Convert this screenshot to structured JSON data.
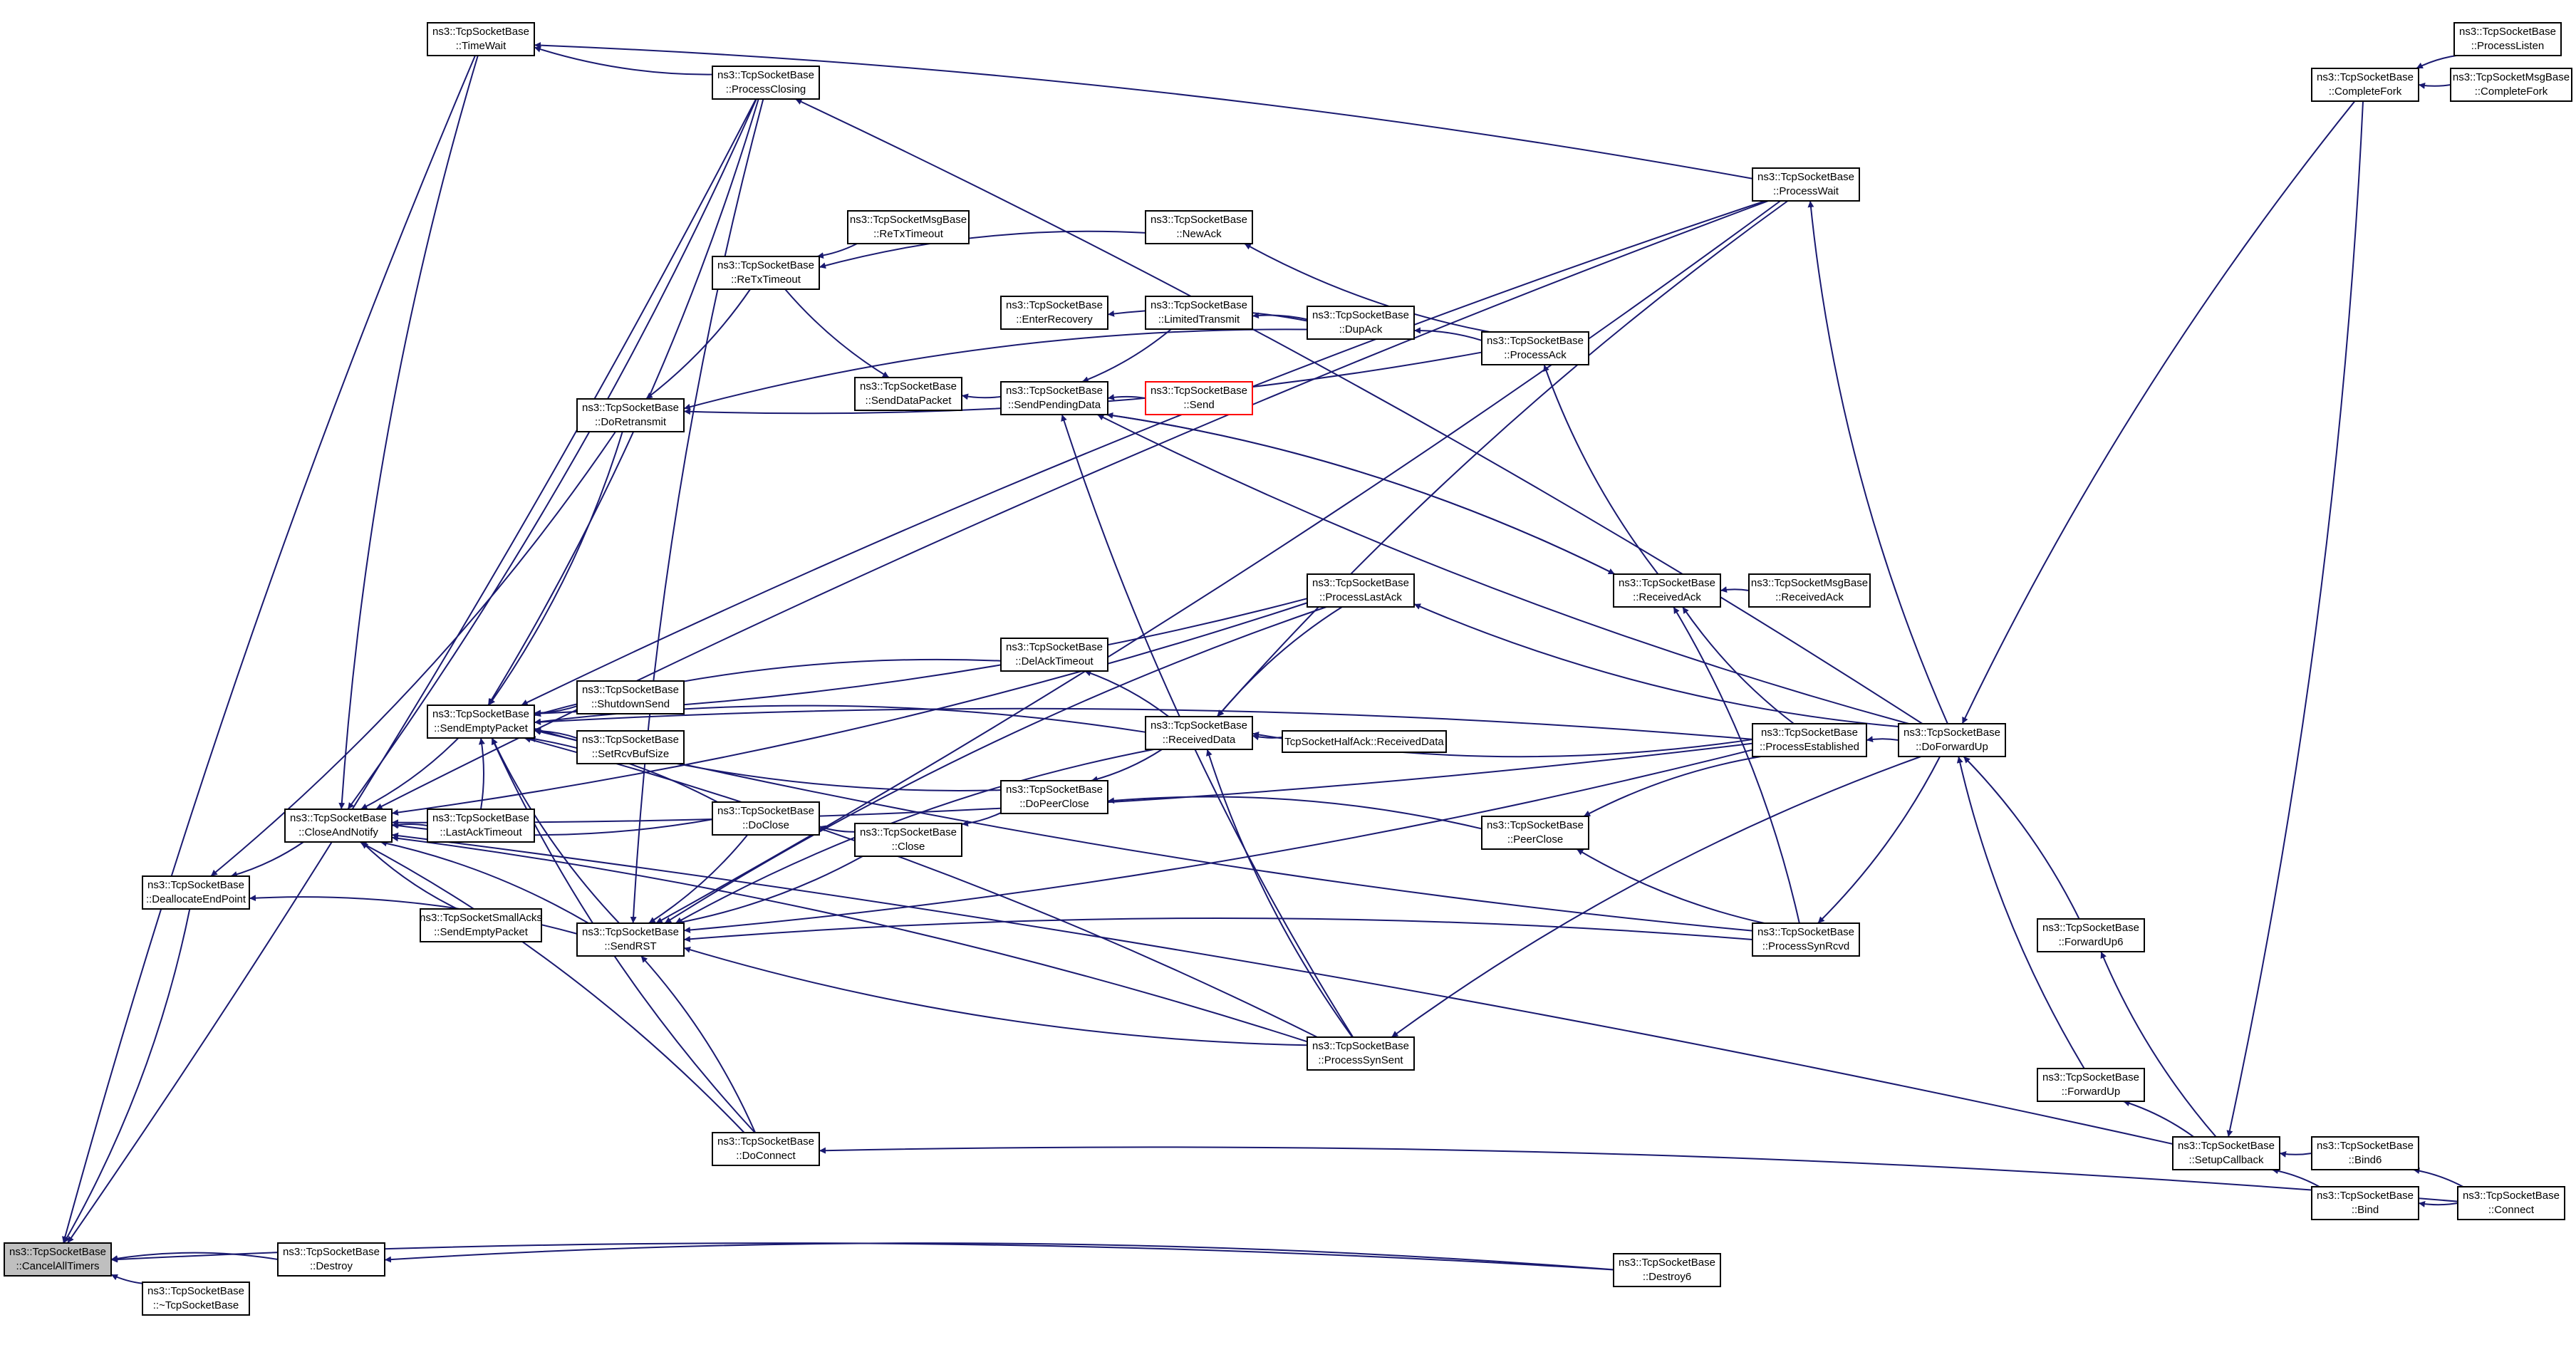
{
  "colors": {
    "edge": "#191970",
    "node_border": "#000000",
    "highlight_fill": "#bfbfbf",
    "missing_border": "#ff0000"
  },
  "nodes": [
    {
      "id": "CancelAllTimers",
      "l1": "ns3::TcpSocketBase",
      "l2": "::CancelAllTimers",
      "highlight": true
    },
    {
      "id": "Destructor",
      "l1": "ns3::TcpSocketBase",
      "l2": "::~TcpSocketBase"
    },
    {
      "id": "Destroy",
      "l1": "ns3::TcpSocketBase",
      "l2": "::Destroy"
    },
    {
      "id": "DeallocateEndPoint",
      "l1": "ns3::TcpSocketBase",
      "l2": "::DeallocateEndPoint"
    },
    {
      "id": "CloseAndNotify",
      "l1": "ns3::TcpSocketBase",
      "l2": "::CloseAndNotify"
    },
    {
      "id": "TimeWait",
      "l1": "ns3::TcpSocketBase",
      "l2": "::TimeWait"
    },
    {
      "id": "SendEmptyPacket",
      "l1": "ns3::TcpSocketBase",
      "l2": "::SendEmptyPacket"
    },
    {
      "id": "DoRetransmit",
      "l1": "ns3::TcpSocketBase",
      "l2": "::DoRetransmit"
    },
    {
      "id": "LastAckTimeout",
      "l1": "ns3::TcpSocketBase",
      "l2": "::LastAckTimeout"
    },
    {
      "id": "SmallAcksSendEmpty",
      "l1": "ns3::TcpSocketSmallAcks",
      "l2": "::SendEmptyPacket"
    },
    {
      "id": "SendRST",
      "l1": "ns3::TcpSocketBase",
      "l2": "::SendRST"
    },
    {
      "id": "ShutdownSend",
      "l1": "ns3::TcpSocketBase",
      "l2": "::ShutdownSend"
    },
    {
      "id": "SetRcvBufSize",
      "l1": "ns3::TcpSocketBase",
      "l2": "::SetRcvBufSize"
    },
    {
      "id": "ProcessClosing",
      "l1": "ns3::TcpSocketBase",
      "l2": "::ProcessClosing"
    },
    {
      "id": "ReTxTimeout",
      "l1": "ns3::TcpSocketBase",
      "l2": "::ReTxTimeout"
    },
    {
      "id": "MsgReTxTimeout",
      "l1": "ns3::TcpSocketMsgBase",
      "l2": "::ReTxTimeout"
    },
    {
      "id": "DoClose",
      "l1": "ns3::TcpSocketBase",
      "l2": "::DoClose"
    },
    {
      "id": "DoConnect",
      "l1": "ns3::TcpSocketBase",
      "l2": "::DoConnect"
    },
    {
      "id": "Close",
      "l1": "ns3::TcpSocketBase",
      "l2": "::Close"
    },
    {
      "id": "SendDataPacket",
      "l1": "ns3::TcpSocketBase",
      "l2": "::SendDataPacket"
    },
    {
      "id": "EnterRecovery",
      "l1": "ns3::TcpSocketBase",
      "l2": "::EnterRecovery"
    },
    {
      "id": "SendPendingData",
      "l1": "ns3::TcpSocketBase",
      "l2": "::SendPendingData"
    },
    {
      "id": "DelAckTimeout",
      "l1": "ns3::TcpSocketBase",
      "l2": "::DelAckTimeout"
    },
    {
      "id": "DoPeerClose",
      "l1": "ns3::TcpSocketBase",
      "l2": "::DoPeerClose"
    },
    {
      "id": "NewAck",
      "l1": "ns3::TcpSocketBase",
      "l2": "::NewAck"
    },
    {
      "id": "LimitedTransmit",
      "l1": "ns3::TcpSocketBase",
      "l2": "::LimitedTransmit"
    },
    {
      "id": "Send",
      "l1": "ns3::TcpSocketBase",
      "l2": "::Send",
      "missing": true
    },
    {
      "id": "ReceivedData",
      "l1": "ns3::TcpSocketBase",
      "l2": "::ReceivedData"
    },
    {
      "id": "HalfAckReceivedData",
      "l1": "TcpSocketHalfAck::ReceivedData",
      "l2": ""
    },
    {
      "id": "DupAck",
      "l1": "ns3::TcpSocketBase",
      "l2": "::DupAck"
    },
    {
      "id": "ProcessLastAck",
      "l1": "ns3::TcpSocketBase",
      "l2": "::ProcessLastAck"
    },
    {
      "id": "ProcessSynSent",
      "l1": "ns3::TcpSocketBase",
      "l2": "::ProcessSynSent"
    },
    {
      "id": "ProcessAck",
      "l1": "ns3::TcpSocketBase",
      "l2": "::ProcessAck"
    },
    {
      "id": "PeerClose",
      "l1": "ns3::TcpSocketBase",
      "l2": "::PeerClose"
    },
    {
      "id": "Destroy6",
      "l1": "ns3::TcpSocketBase",
      "l2": "::Destroy6"
    },
    {
      "id": "ReceivedAck",
      "l1": "ns3::TcpSocketBase",
      "l2": "::ReceivedAck"
    },
    {
      "id": "MsgReceivedAck",
      "l1": "ns3::TcpSocketMsgBase",
      "l2": "::ReceivedAck"
    },
    {
      "id": "ProcessWait",
      "l1": "ns3::TcpSocketBase",
      "l2": "::ProcessWait"
    },
    {
      "id": "ProcessEstablished",
      "l1": "ns3::TcpSocketBase",
      "l2": "::ProcessEstablished"
    },
    {
      "id": "ProcessSynRcvd",
      "l1": "ns3::TcpSocketBase",
      "l2": "::ProcessSynRcvd"
    },
    {
      "id": "DoForwardUp",
      "l1": "ns3::TcpSocketBase",
      "l2": "::DoForwardUp"
    },
    {
      "id": "ForwardUp6",
      "l1": "ns3::TcpSocketBase",
      "l2": "::ForwardUp6"
    },
    {
      "id": "ForwardUp",
      "l1": "ns3::TcpSocketBase",
      "l2": "::ForwardUp"
    },
    {
      "id": "SetupCallback",
      "l1": "ns3::TcpSocketBase",
      "l2": "::SetupCallback"
    },
    {
      "id": "CompleteFork",
      "l1": "ns3::TcpSocketBase",
      "l2": "::CompleteFork"
    },
    {
      "id": "ProcessListen",
      "l1": "ns3::TcpSocketBase",
      "l2": "::ProcessListen"
    },
    {
      "id": "MsgCompleteFork",
      "l1": "ns3::TcpSocketMsgBase",
      "l2": "::CompleteFork"
    },
    {
      "id": "Bind6",
      "l1": "ns3::TcpSocketBase",
      "l2": "::Bind6"
    },
    {
      "id": "Bind",
      "l1": "ns3::TcpSocketBase",
      "l2": "::Bind"
    },
    {
      "id": "Connect",
      "l1": "ns3::TcpSocketBase",
      "l2": "::Connect"
    }
  ],
  "edges": [
    [
      "Destructor",
      "CancelAllTimers"
    ],
    [
      "Destroy",
      "CancelAllTimers"
    ],
    [
      "DeallocateEndPoint",
      "CancelAllTimers"
    ],
    [
      "TimeWait",
      "CancelAllTimers"
    ],
    [
      "ProcessClosing",
      "CancelAllTimers"
    ],
    [
      "Destroy6",
      "CancelAllTimers"
    ],
    [
      "CloseAndNotify",
      "DeallocateEndPoint"
    ],
    [
      "SendRST",
      "DeallocateEndPoint"
    ],
    [
      "DoRetransmit",
      "DeallocateEndPoint"
    ],
    [
      "TimeWait",
      "CloseAndNotify"
    ],
    [
      "SendEmptyPacket",
      "CloseAndNotify"
    ],
    [
      "LastAckTimeout",
      "CloseAndNotify"
    ],
    [
      "SmallAcksSendEmpty",
      "CloseAndNotify"
    ],
    [
      "SendRST",
      "CloseAndNotify"
    ],
    [
      "DoClose",
      "CloseAndNotify"
    ],
    [
      "DoConnect",
      "CloseAndNotify"
    ],
    [
      "ProcessClosing",
      "CloseAndNotify"
    ],
    [
      "ProcessWait",
      "CloseAndNotify"
    ],
    [
      "ProcessLastAck",
      "CloseAndNotify"
    ],
    [
      "ProcessSynSent",
      "CloseAndNotify"
    ],
    [
      "ProcessEstablished",
      "CloseAndNotify"
    ],
    [
      "SetupCallback",
      "CloseAndNotify"
    ],
    [
      "ProcessClosing",
      "TimeWait"
    ],
    [
      "ProcessWait",
      "TimeWait"
    ],
    [
      "DoRetransmit",
      "SendEmptyPacket"
    ],
    [
      "LastAckTimeout",
      "SendEmptyPacket"
    ],
    [
      "ShutdownSend",
      "SendEmptyPacket"
    ],
    [
      "SetRcvBufSize",
      "SendEmptyPacket"
    ],
    [
      "SendRST",
      "SendEmptyPacket"
    ],
    [
      "DoClose",
      "SendEmptyPacket"
    ],
    [
      "DoConnect",
      "SendEmptyPacket"
    ],
    [
      "DelAckTimeout",
      "SendEmptyPacket"
    ],
    [
      "DoPeerClose",
      "SendEmptyPacket"
    ],
    [
      "ReceivedData",
      "SendEmptyPacket"
    ],
    [
      "ProcessClosing",
      "SendEmptyPacket"
    ],
    [
      "ProcessWait",
      "SendEmptyPacket"
    ],
    [
      "ProcessLastAck",
      "SendEmptyPacket"
    ],
    [
      "ProcessSynSent",
      "SendEmptyPacket"
    ],
    [
      "ProcessSynRcvd",
      "SendEmptyPacket"
    ],
    [
      "ProcessEstablished",
      "SendEmptyPacket"
    ],
    [
      "ReTxTimeout",
      "DoRetransmit"
    ],
    [
      "DupAck",
      "DoRetransmit"
    ],
    [
      "ProcessAck",
      "DoRetransmit"
    ],
    [
      "ProcessClosing",
      "SendRST"
    ],
    [
      "DoClose",
      "SendRST"
    ],
    [
      "DoConnect",
      "SendRST"
    ],
    [
      "Close",
      "SendRST"
    ],
    [
      "ReceivedData",
      "SendRST"
    ],
    [
      "ProcessWait",
      "SendRST"
    ],
    [
      "ProcessLastAck",
      "SendRST"
    ],
    [
      "ProcessSynSent",
      "SendRST"
    ],
    [
      "ProcessSynRcvd",
      "SendRST"
    ],
    [
      "ProcessEstablished",
      "SendRST"
    ],
    [
      "DoForwardUp",
      "ProcessClosing"
    ],
    [
      "MsgReTxTimeout",
      "ReTxTimeout"
    ],
    [
      "NewAck",
      "ReTxTimeout"
    ],
    [
      "Close",
      "DoClose"
    ],
    [
      "Connect",
      "DoConnect"
    ],
    [
      "DoPeerClose",
      "Close"
    ],
    [
      "ReTxTimeout",
      "SendDataPacket"
    ],
    [
      "SendPendingData",
      "SendDataPacket"
    ],
    [
      "DupAck",
      "EnterRecovery"
    ],
    [
      "LimitedTransmit",
      "SendPendingData"
    ],
    [
      "Send",
      "SendPendingData"
    ],
    [
      "ProcessSynSent",
      "SendPendingData"
    ],
    [
      "ReceivedAck",
      "SendPendingData"
    ],
    [
      "DoForwardUp",
      "SendPendingData"
    ],
    [
      "ReceivedData",
      "DelAckTimeout"
    ],
    [
      "ReceivedData",
      "DoPeerClose"
    ],
    [
      "PeerClose",
      "DoPeerClose"
    ],
    [
      "ProcessAck",
      "NewAck"
    ],
    [
      "DupAck",
      "LimitedTransmit"
    ],
    [
      "HalfAckReceivedData",
      "ReceivedData"
    ],
    [
      "ProcessLastAck",
      "ReceivedData"
    ],
    [
      "ProcessSynSent",
      "ReceivedData"
    ],
    [
      "ProcessWait",
      "ReceivedData"
    ],
    [
      "ProcessEstablished",
      "ReceivedData"
    ],
    [
      "ProcessAck",
      "DupAck"
    ],
    [
      "DoForwardUp",
      "ProcessLastAck"
    ],
    [
      "DoForwardUp",
      "ProcessSynSent"
    ],
    [
      "ReceivedAck",
      "ProcessAck"
    ],
    [
      "ProcessEstablished",
      "PeerClose"
    ],
    [
      "ProcessSynRcvd",
      "PeerClose"
    ],
    [
      "MsgReceivedAck",
      "ReceivedAck"
    ],
    [
      "ProcessEstablished",
      "ReceivedAck"
    ],
    [
      "ProcessSynRcvd",
      "ReceivedAck"
    ],
    [
      "DoForwardUp",
      "ProcessWait"
    ],
    [
      "DoForwardUp",
      "ProcessEstablished"
    ],
    [
      "DoForwardUp",
      "ProcessSynRcvd"
    ],
    [
      "ForwardUp6",
      "DoForwardUp"
    ],
    [
      "ForwardUp",
      "DoForwardUp"
    ],
    [
      "CompleteFork",
      "DoForwardUp"
    ],
    [
      "SetupCallback",
      "ForwardUp6"
    ],
    [
      "SetupCallback",
      "ForwardUp"
    ],
    [
      "Bind6",
      "SetupCallback"
    ],
    [
      "Bind",
      "SetupCallback"
    ],
    [
      "CompleteFork",
      "SetupCallback"
    ],
    [
      "ProcessListen",
      "CompleteFork"
    ],
    [
      "MsgCompleteFork",
      "CompleteFork"
    ],
    [
      "Connect",
      "Bind6"
    ],
    [
      "Connect",
      "Bind"
    ],
    [
      "Destroy6",
      "Destroy"
    ],
    [
      "SendPendingData",
      "ReceivedAck"
    ]
  ]
}
